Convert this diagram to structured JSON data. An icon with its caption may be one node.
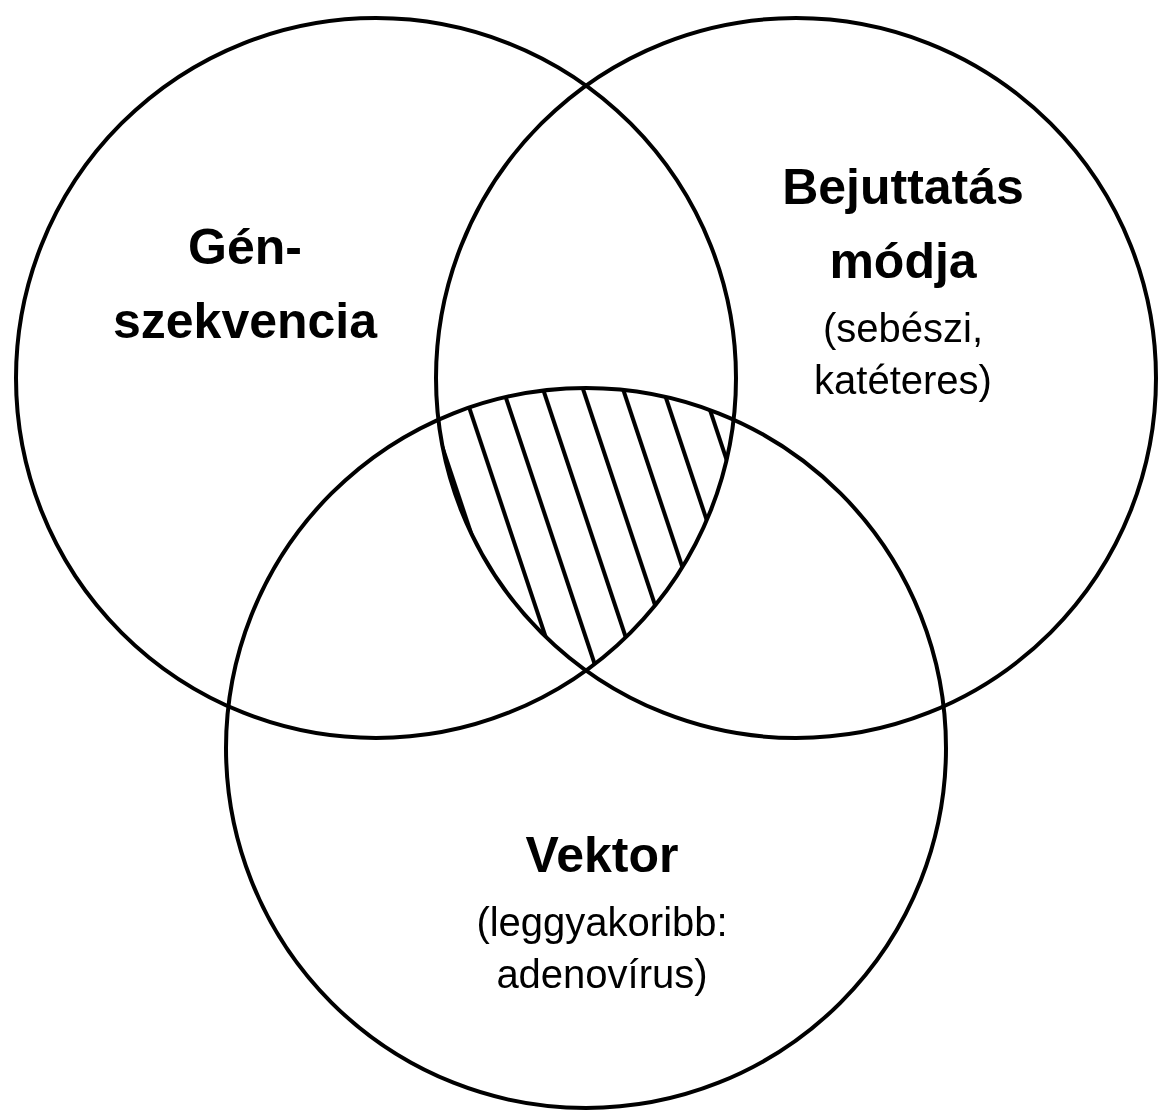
{
  "diagram": {
    "nodes": [
      {
        "text": [
          "Gén- szekvencia"
        ]
      },
      {
        "text": [
          "Bejuttatás módja",
          "(sebészi, katéteres)"
        ]
      },
      {
        "text": [
          "Vektor",
          "(leggyakoribb: adenovírus)"
        ]
      }
    ]
  }
}
